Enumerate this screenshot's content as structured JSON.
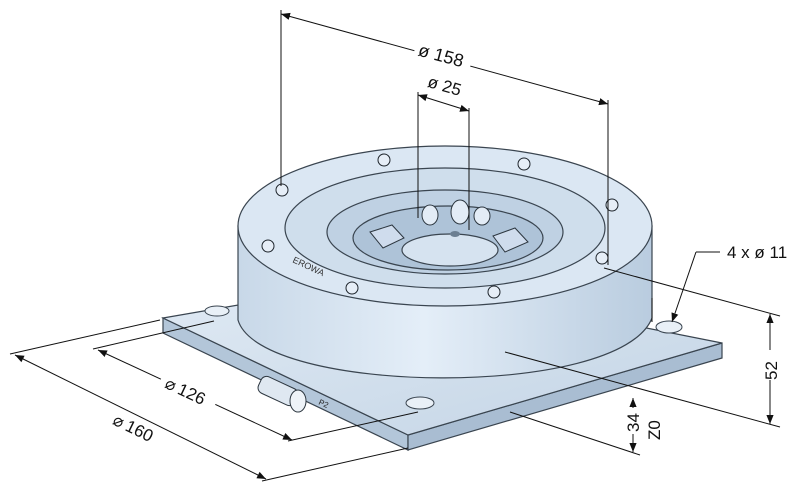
{
  "dimensions": {
    "outer_diameter": "ø 158",
    "inner_diameter": "ø 25",
    "holes": "4 x ø 11",
    "height_total": "52",
    "height_base": "34",
    "z0": "Z0",
    "square_outer": "160",
    "square_inner": "126"
  },
  "markings": {
    "port": "P2",
    "brand": "EROWA"
  },
  "colors": {
    "body": "#dbe7f3",
    "body_shadow": "#b7c9db",
    "line": "#111111"
  }
}
